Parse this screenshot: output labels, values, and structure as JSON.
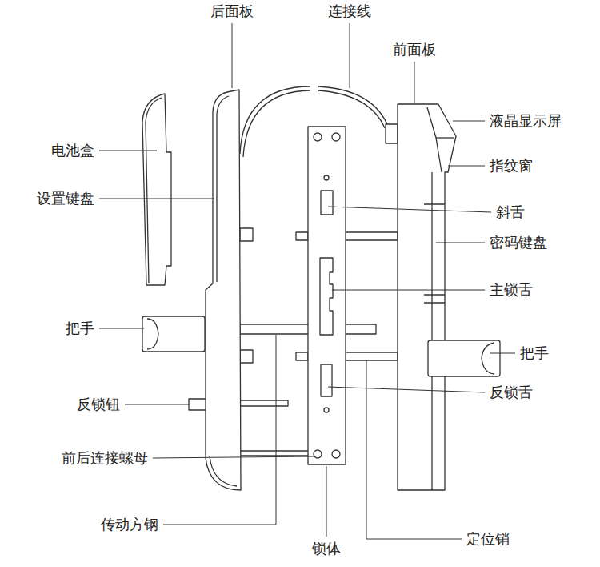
{
  "diagram": {
    "labels": [
      "后面板",
      "连接线",
      "前面板",
      "液晶显示屏",
      "电池盒",
      "指纹窗",
      "设置键盘",
      "斜舌",
      "密码键盘",
      "主锁舌",
      "把手",
      "把手",
      "反锁舌",
      "反锁钮",
      "前后连接螺母",
      "传动方钢",
      "锁体",
      "定位销"
    ]
  }
}
